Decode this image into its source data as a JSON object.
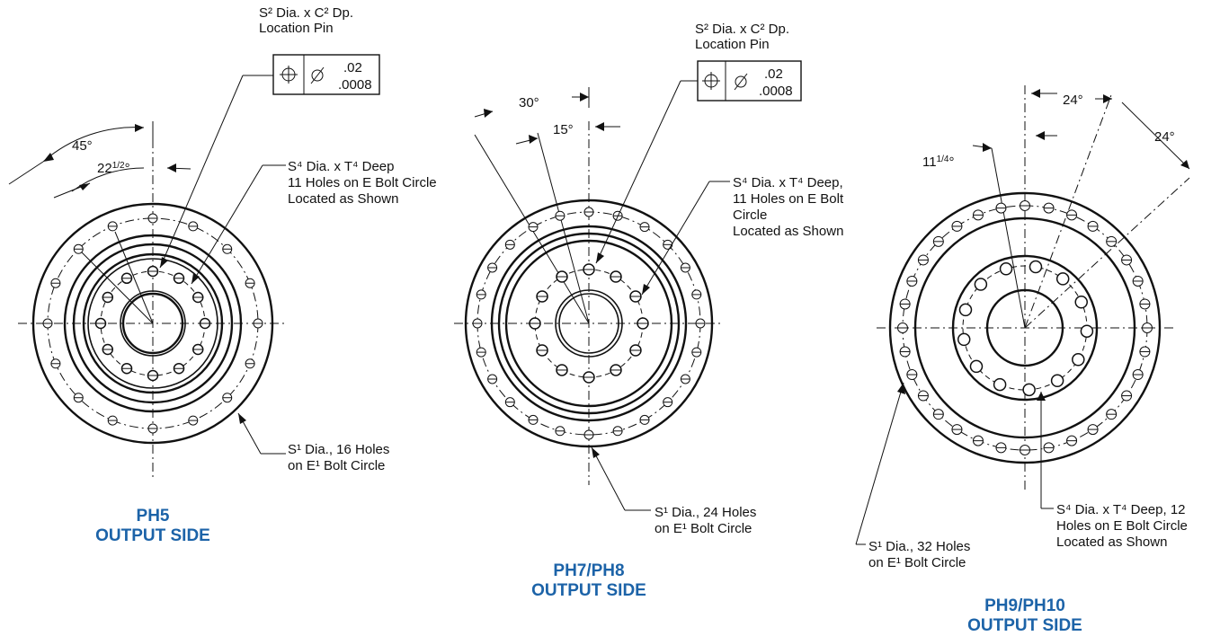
{
  "views": [
    {
      "id": "ph5",
      "caption_model": "PH5",
      "caption_side": "OUTPUT SIDE",
      "pin_note": [
        "S² Dia. x C² Dp.",
        "Location Pin"
      ],
      "fcf": {
        "upper": ".02",
        "lower": ".0008"
      },
      "hole_note": [
        "S⁴ Dia. x T⁴ Deep",
        "11 Holes on E Bolt Circle",
        "Located as Shown"
      ],
      "bolt_note": [
        "S¹ Dia., 16 Holes",
        "on E¹ Bolt Circle"
      ],
      "angle_outer": "45°",
      "angle_inner_main": "22",
      "angle_inner_frac": "1/2",
      "angle_inner_deg": "°",
      "bolt_hole_count": 16,
      "inner_hole_count": 11
    },
    {
      "id": "ph7",
      "caption_model": "PH7/PH8",
      "caption_side": "OUTPUT SIDE",
      "pin_note": [
        "S² Dia. x C² Dp.",
        "Location Pin"
      ],
      "fcf": {
        "upper": ".02",
        "lower": ".0008"
      },
      "hole_note": [
        "S⁴ Dia. x T⁴ Deep,",
        "11 Holes on E Bolt",
        "Circle",
        "Located as Shown"
      ],
      "bolt_note": [
        "S¹ Dia., 24 Holes",
        "on E¹ Bolt Circle"
      ],
      "angle_outer": "30°",
      "angle_inner": "15°",
      "bolt_hole_count": 24,
      "inner_hole_count": 11
    },
    {
      "id": "ph9",
      "caption_model": "PH9/PH10",
      "caption_side": "OUTPUT SIDE",
      "hole_note": [
        "S⁴ Dia. x T⁴ Deep, 12",
        "Holes on E Bolt Circle",
        "Located as Shown"
      ],
      "bolt_note": [
        "S¹ Dia., 32 Holes",
        "on E¹ Bolt Circle"
      ],
      "angle_a": "24°",
      "angle_b": "24°",
      "angle_c_main": "11",
      "angle_c_frac": "1/4",
      "angle_c_deg": "°",
      "bolt_hole_count": 32,
      "inner_hole_count": 12
    }
  ]
}
